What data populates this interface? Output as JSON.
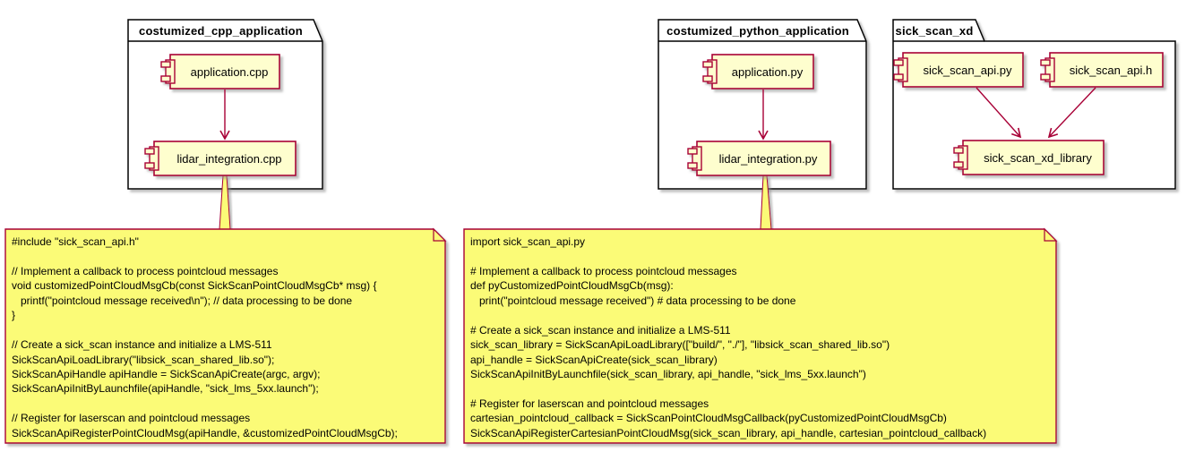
{
  "diagram": {
    "type": "plantuml-component-diagram",
    "packages": [
      {
        "title": "costumized_cpp_application",
        "components": [
          "application.cpp",
          "lidar_integration.cpp"
        ]
      },
      {
        "title": "costumized_python_application",
        "components": [
          "application.py",
          "lidar_integration.py"
        ]
      },
      {
        "title": "sick_scan_xd",
        "components": [
          "sick_scan_api.py",
          "sick_scan_api.h",
          "sick_scan_xd_library"
        ]
      }
    ],
    "relations": [
      {
        "from": "application.cpp",
        "to": "lidar_integration.cpp"
      },
      {
        "from": "application.py",
        "to": "lidar_integration.py"
      },
      {
        "from": "sick_scan_api.py",
        "to": "sick_scan_xd_library"
      },
      {
        "from": "sick_scan_api.h",
        "to": "sick_scan_xd_library"
      }
    ],
    "notes": [
      {
        "attached_to": "lidar_integration.cpp",
        "lines": [
          "#include \"sick_scan_api.h\"",
          "",
          "// Implement a callback to process pointcloud messages",
          "void customizedPointCloudMsgCb(const SickScanPointCloudMsgCb* msg) {",
          "   printf(\"pointcloud message received\\n\"); // data processing to be done",
          "}",
          "",
          "// Create a sick_scan instance and initialize a LMS-511",
          "SickScanApiLoadLibrary(\"libsick_scan_shared_lib.so\");",
          "SickScanApiHandle apiHandle = SickScanApiCreate(argc, argv);",
          "SickScanApiInitByLaunchfile(apiHandle, \"sick_lms_5xx.launch\");",
          "",
          "// Register for laserscan and pointcloud messages",
          "SickScanApiRegisterPointCloudMsg(apiHandle, &customizedPointCloudMsgCb);"
        ]
      },
      {
        "attached_to": "lidar_integration.py",
        "lines": [
          "import sick_scan_api.py",
          "",
          "# Implement a callback to process pointcloud messages",
          "def pyCustomizedPointCloudMsgCb(msg):",
          "   print(\"pointcloud message received\") # data processing to be done",
          "",
          "# Create a sick_scan instance and initialize a LMS-511",
          "sick_scan_library = SickScanApiLoadLibrary([\"build/\", \"./\"], \"libsick_scan_shared_lib.so\")",
          "api_handle = SickScanApiCreate(sick_scan_library)",
          "SickScanApiInitByLaunchfile(sick_scan_library, api_handle, \"sick_lms_5xx.launch\")",
          "",
          "# Register for laserscan and pointcloud messages",
          "cartesian_pointcloud_callback = SickScanPointCloudMsgCallback(pyCustomizedPointCloudMsgCb)",
          "SickScanApiRegisterCartesianPointCloudMsg(sick_scan_library, api_handle, cartesian_pointcloud_callback)"
        ]
      }
    ],
    "colors": {
      "component_fill": "#FEFECE",
      "note_fill": "#FBFB77",
      "accent_border": "#A80036",
      "package_border": "#000000",
      "background": "#FFFFFF"
    }
  }
}
